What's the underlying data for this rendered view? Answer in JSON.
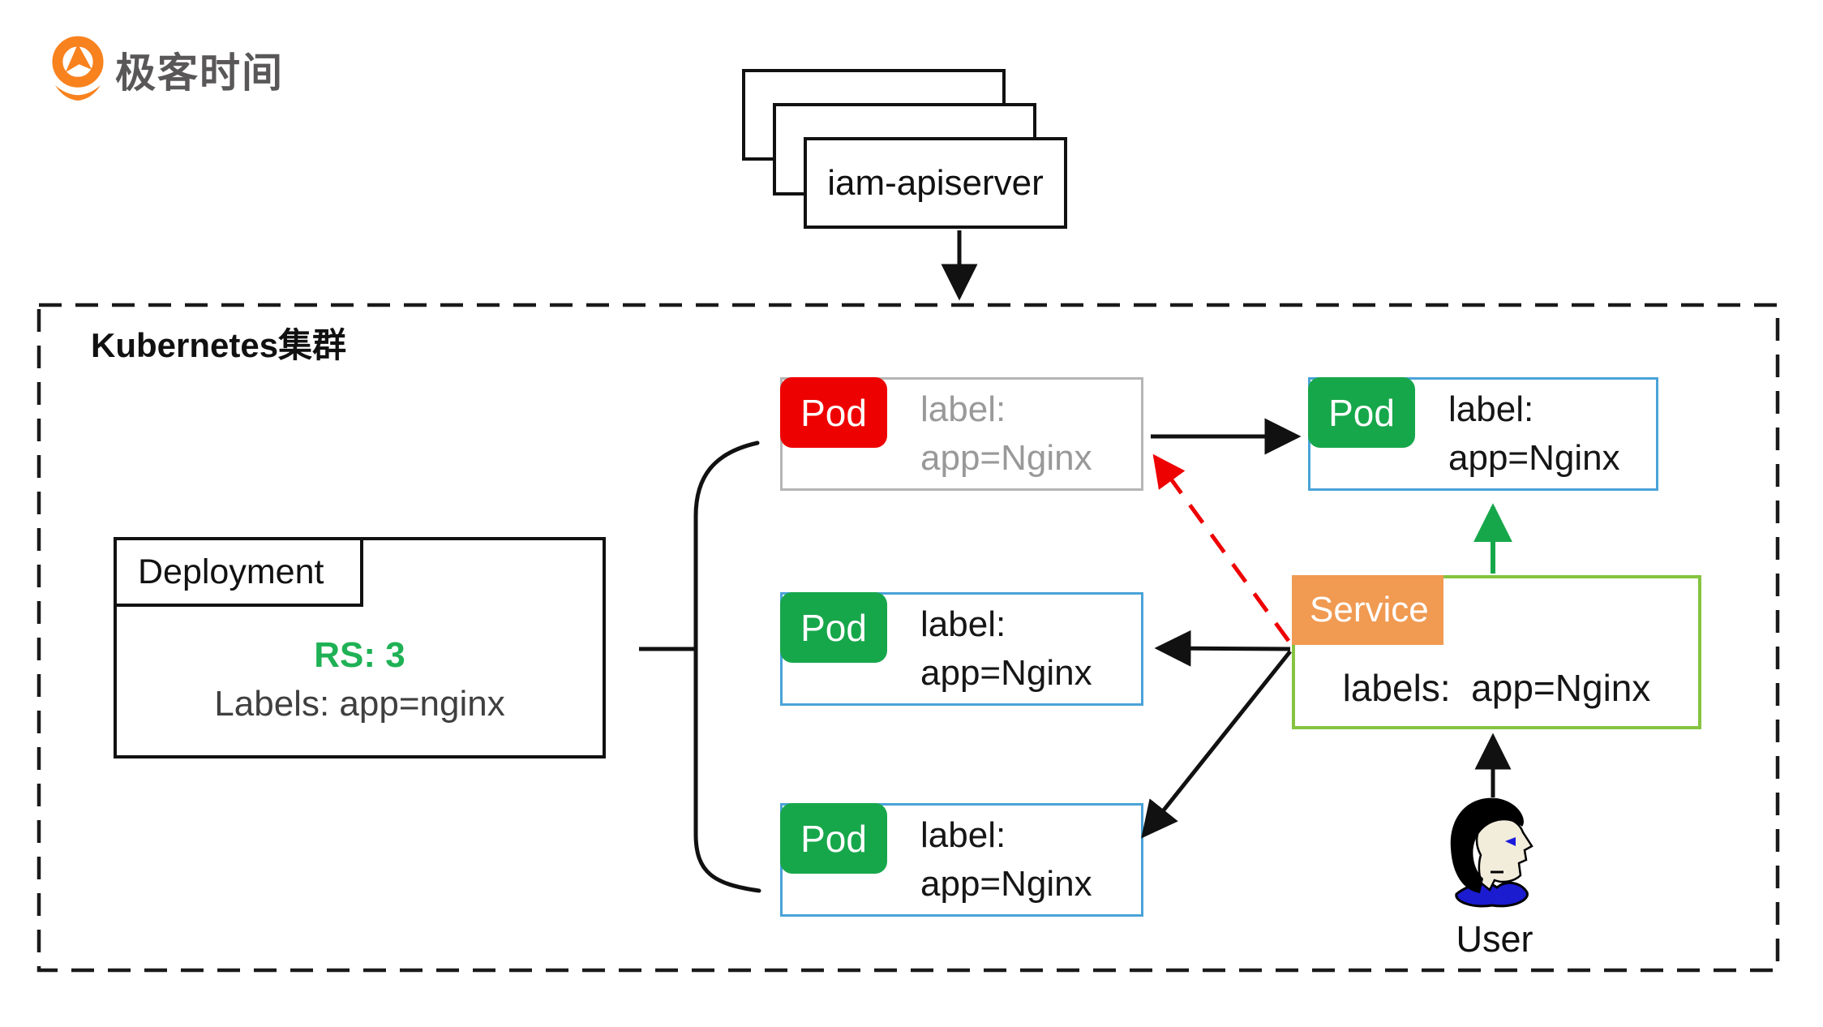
{
  "colors": {
    "red": "#ee0101",
    "green": "#17a74b",
    "rs-green": "#1fb155",
    "blue": "#4aa3d8",
    "gray-border": "#b5b5b5",
    "gray-text": "#999999",
    "orange": "#f09a52",
    "service-green": "#85c440",
    "logo-orange": "#f8821e",
    "logo-gray": "#595757"
  },
  "logo": {
    "text": "极客时间"
  },
  "apiserver": {
    "label": "iam-apiserver"
  },
  "cluster": {
    "label": "Kubernetes集群"
  },
  "deployment": {
    "title": "Deployment",
    "rs": "RS: 3",
    "labels": "Labels: app=nginx"
  },
  "pods": {
    "items": [
      {
        "badge": "Pod",
        "line1": "label:",
        "line2": "app=Nginx"
      },
      {
        "badge": "Pod",
        "line1": "label:",
        "line2": "app=Nginx"
      },
      {
        "badge": "Pod",
        "line1": "label:",
        "line2": "app=Nginx"
      },
      {
        "badge": "Pod",
        "line1": "label:",
        "line2": "app=Nginx"
      }
    ]
  },
  "service": {
    "badge": "Service",
    "labels": "labels:  app=Nginx"
  },
  "user": {
    "label": "User"
  }
}
